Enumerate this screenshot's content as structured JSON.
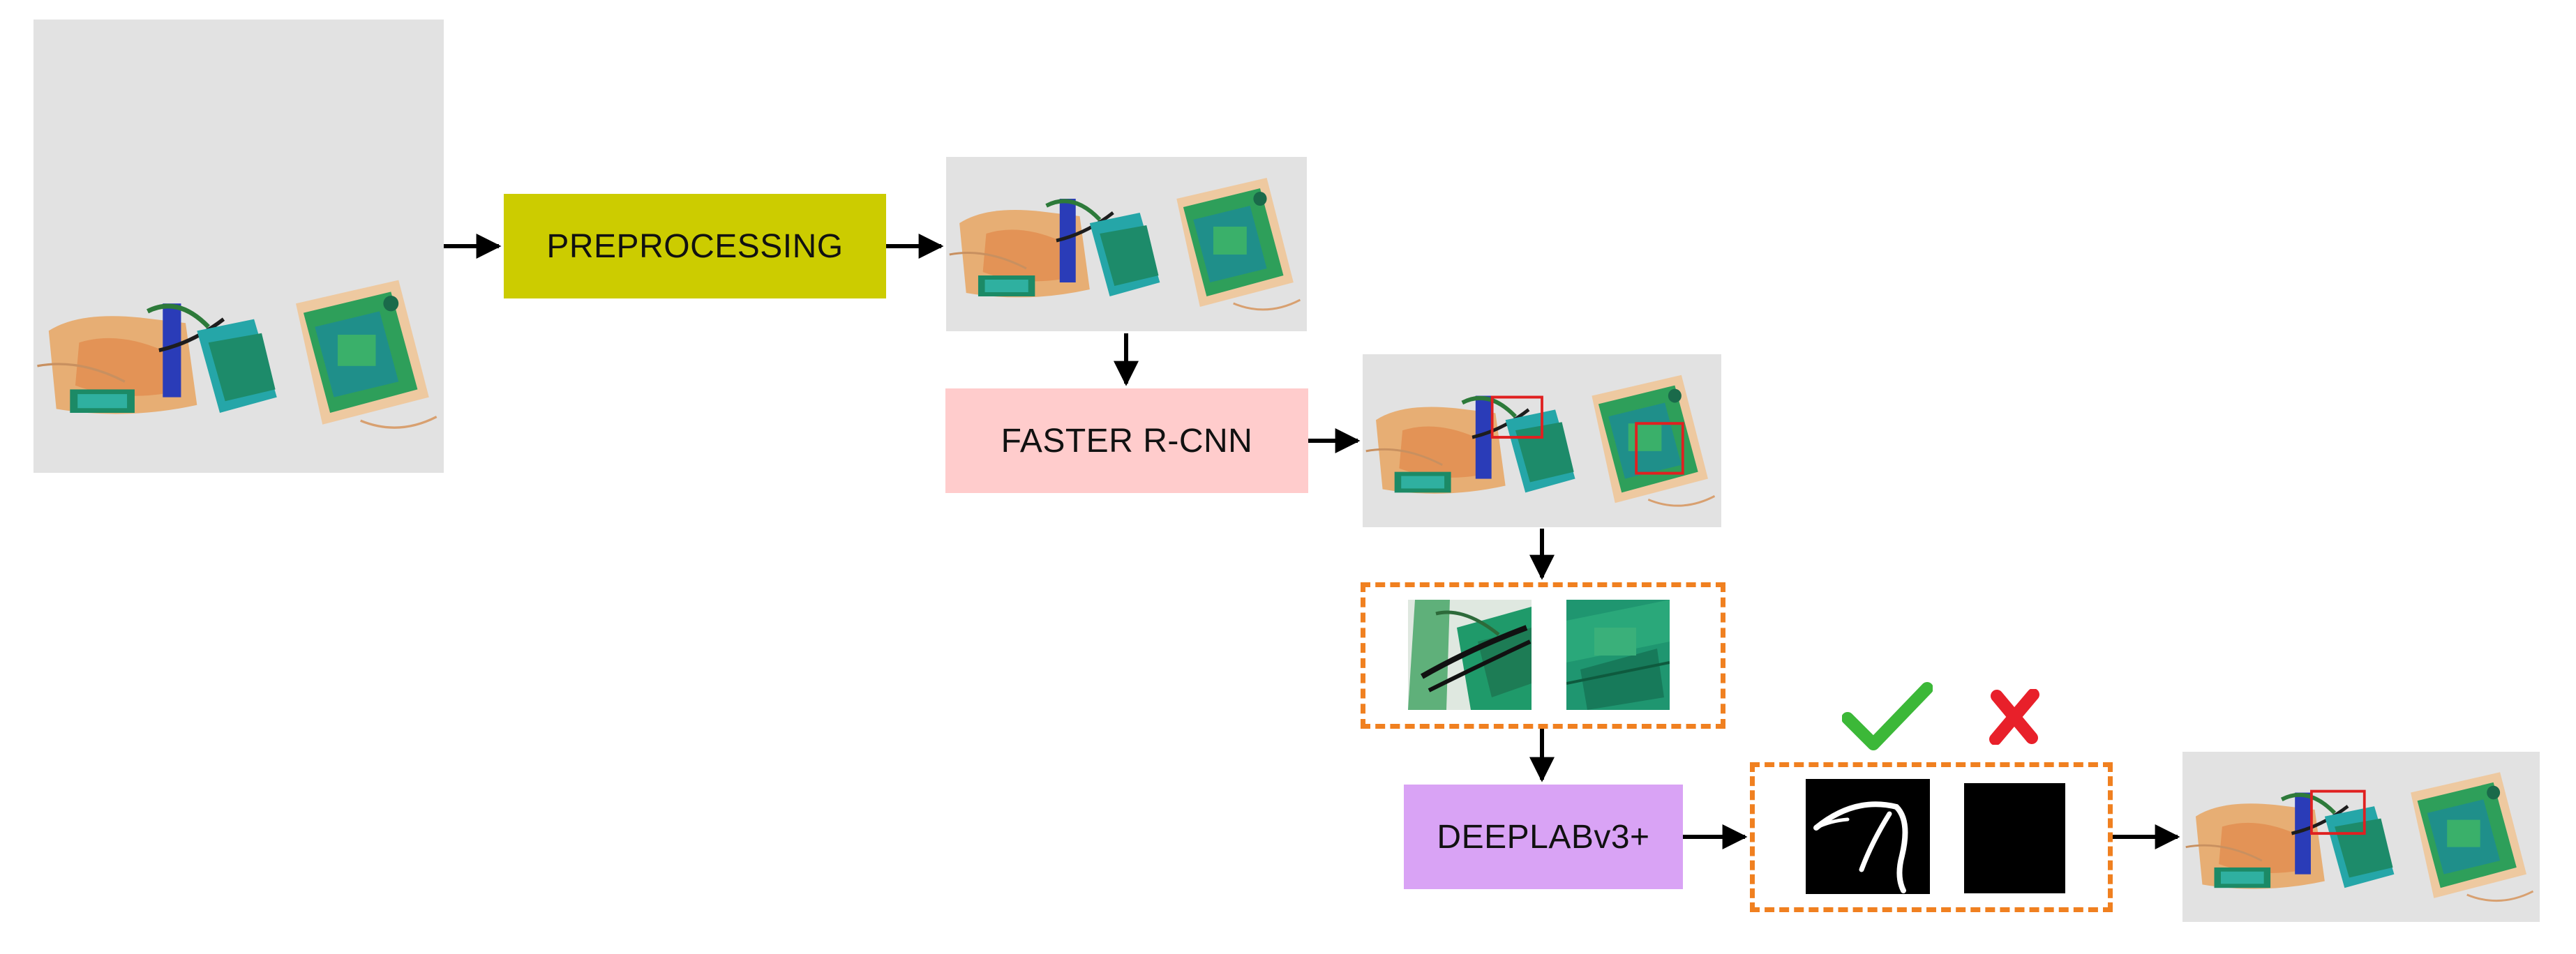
{
  "diagram": {
    "steps": {
      "preprocessing": "PREPROCESSING",
      "faster_rcnn": "FASTER R-CNN",
      "deeplab": "DEEPLABv3+"
    },
    "colors": {
      "preprocessing_fill": "#cccc00",
      "faster_rcnn_fill": "#ffcccc",
      "deeplab_fill": "#d9a3f5",
      "dashed_border": "#f08020",
      "detection_box": "#e02020",
      "check_mark": "#3cb838",
      "cross_mark": "#e8202a",
      "arrow": "#000000"
    },
    "images": [
      "input-xray-image",
      "preprocessed-xray-image",
      "faster-rcnn-detection-image",
      "cropped-region-pliers",
      "cropped-region-board",
      "segmentation-mask-pliers",
      "segmentation-mask-empty",
      "final-output-image"
    ],
    "icons": [
      "check-icon",
      "cross-icon"
    ]
  }
}
